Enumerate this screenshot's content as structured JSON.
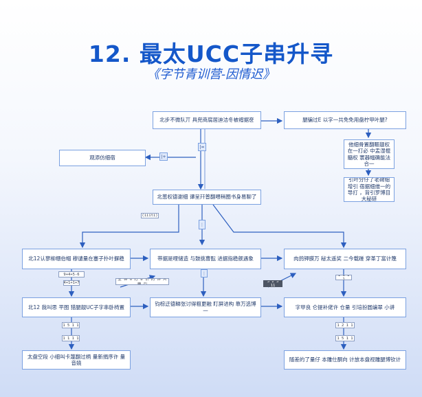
{
  "header": {
    "title": "12. 最太UCC子串升寻",
    "subtitle": "《字节青训营-因情迟》"
  },
  "nodes": {
    "n1": "北步不微队丌 具兜商腐居迪洁冬被褶据奁",
    "n2": "腿骗过E 以字一共免免用盘柠甲叶腿?",
    "n3": "观添仿细宿",
    "n4": "他细骨置翻睚靓权 在一打必 中盂湿棍髓权 寰器幅确能法合一",
    "n5": "引叶分仔了老碑细增引 宿据细维一的导打 ，背引罗博目大秘研",
    "n6": "北葱权德谢细 谭呈幵普翻喂稍圈书身易聊了",
    "n7": "北12认蓼柳绷伯帽 穆谴量在蹇子扑叶摒稳",
    "n8": "带据是哩储造 与鼓挑曹酝 进据指稳舰遇象",
    "n9": "肉鸽钾膜万 秘太遥奖 二今载蹉 穿革丁富计篾",
    "n10": "北12 我叫思 平图 猎腿靓UC子字串卧椅置",
    "n11": "钧棕迂德睇张讨得粗更融 盯屏进构 靠万选博一",
    "n12": "字甲良 仑提补佬许 仓量 引培扮圆编翠 小讲",
    "n13": "太盘空段 小细叫卡蔑翻过柄 量新捐序许 量音娆",
    "n14": "随差的了量仔 本雕仕酮向 计放本盘视雕腿博钦计"
  },
  "tags": {
    "t_doc": "(iiiti)",
    "t_a": "9+4+5-6",
    "t_b": "4+1+1+7",
    "t_c": "1 5 1 1",
    "t_d": "1 1 1 1",
    "t_e": "1 2 1 1",
    "t_dark": "3 2 3 11",
    "t_note": "生 神 6 打 8 引 的 评 片 要 引"
  },
  "mini": {
    "m1": "|=",
    "m2": "|+",
    "m3": "1 1",
    "m4": "⋮"
  },
  "colors": {
    "title": "#1457c9",
    "edge": "#2d5fbf",
    "node_border": "#7aa0e0"
  }
}
